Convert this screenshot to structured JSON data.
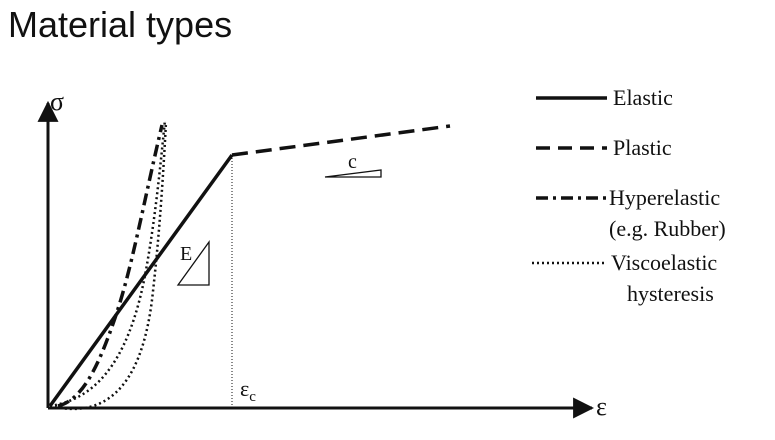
{
  "title": "Material types",
  "axes": {
    "y_label": "σ",
    "x_label": "ε",
    "critical_strain_label": "ε",
    "critical_strain_subscript": "c"
  },
  "annotations": {
    "modulus_label": "E",
    "slope_label": "c"
  },
  "legend": [
    {
      "label": "Elastic",
      "line_style": "solid"
    },
    {
      "label": "Plastic",
      "line_style": "dashed"
    },
    {
      "label": "Hyperelastic",
      "label_line2": "(e.g. Rubber)",
      "line_style": "dash-dot"
    },
    {
      "label": "Viscoelastic",
      "label_line2": "hysteresis",
      "line_style": "dotted"
    }
  ],
  "colors": {
    "ink": "#111111",
    "background": "#ffffff"
  }
}
